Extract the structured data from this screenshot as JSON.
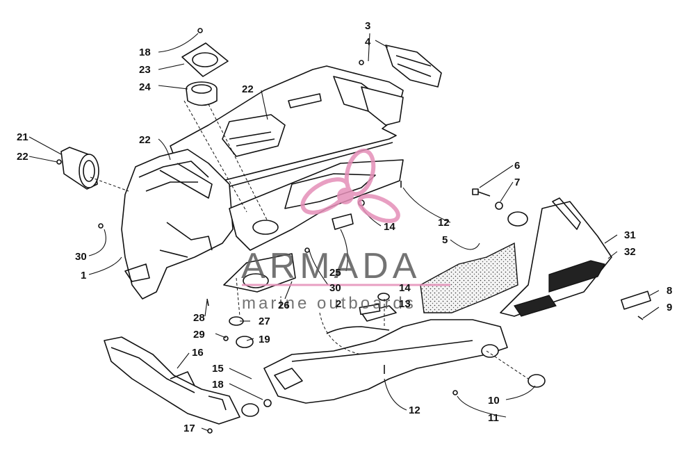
{
  "watermark": {
    "brand": "ARMADA",
    "subtitle": "marine outboards",
    "accent_color": "#e58fb8"
  },
  "callouts": [
    "18",
    "23",
    "24",
    "22",
    "21",
    "22",
    "22",
    "30",
    "1",
    "3",
    "4",
    "6",
    "7",
    "12",
    "5",
    "14",
    "25",
    "30",
    "2",
    "26",
    "14",
    "13",
    "28",
    "29",
    "27",
    "19",
    "31",
    "32",
    "8",
    "9",
    "16",
    "15",
    "18",
    "17",
    "12",
    "10",
    "11"
  ]
}
